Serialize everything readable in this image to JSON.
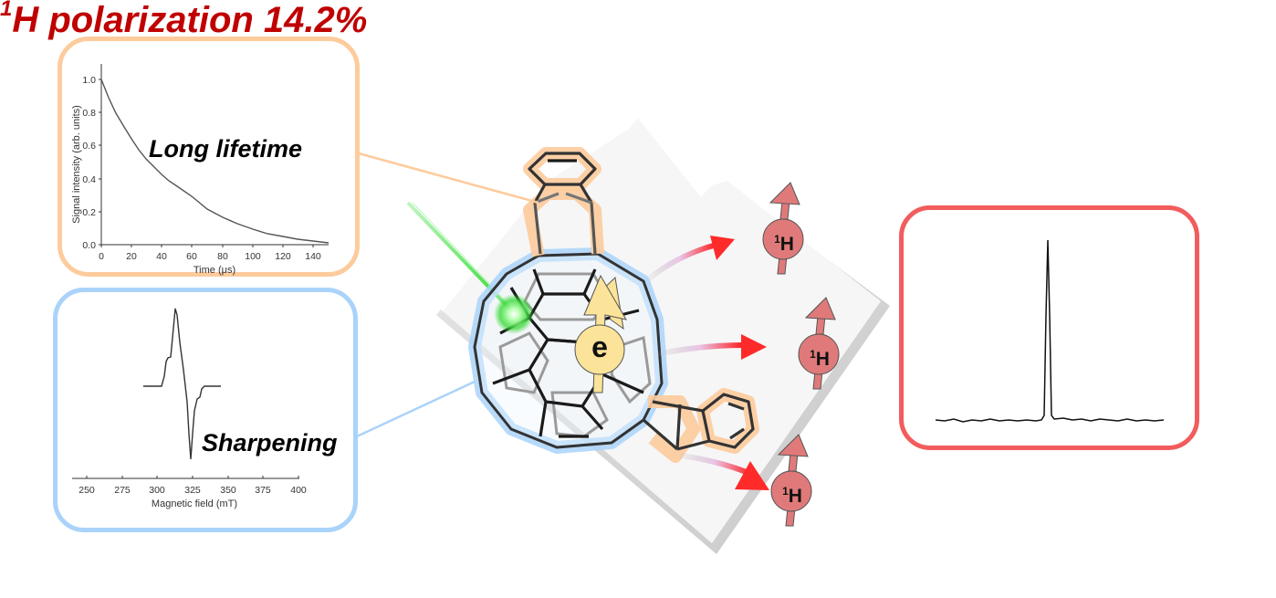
{
  "figure": {
    "title_prefix_sup": "1",
    "title_text": "H polarization 14.2%",
    "title_color": "#C00000"
  },
  "panels": {
    "lifetime": {
      "callout": "Long lifetime",
      "border_color": "#FDCB9C",
      "ylabel": "Signal intensity (arb. units)",
      "xlabel": "Time (μs)",
      "yticks": [
        "0.0",
        "0.2",
        "0.4",
        "0.6",
        "0.8",
        "1.0"
      ],
      "xticks": [
        "0",
        "20",
        "40",
        "60",
        "80",
        "100",
        "120",
        "140"
      ]
    },
    "esr": {
      "callout": "Sharpening",
      "border_color": "#AAD3FA",
      "xlabel": "Magnetic field (mT)",
      "xticks": [
        "250",
        "275",
        "300",
        "325",
        "350",
        "375",
        "400"
      ]
    },
    "nmr": {
      "border_color": "#F25C5C"
    }
  },
  "molecule": {
    "electron_label": "e",
    "electron_color": "#FBE39A",
    "proton_label_sup": "1",
    "proton_label": "H",
    "proton_color": "#E07A7A",
    "laser_color": "#33DD33",
    "fullerene_highlight": "#AAD3FA",
    "addend_highlight": "#FDCB9C"
  },
  "chart_data": [
    {
      "type": "line",
      "title": "Long lifetime",
      "xlabel": "Time (μs)",
      "ylabel": "Signal intensity (arb. units)",
      "xlim": [
        0,
        150
      ],
      "ylim": [
        0,
        1.1
      ],
      "x": [
        0,
        10,
        20,
        30,
        40,
        50,
        60,
        70,
        80,
        90,
        100,
        110,
        120,
        130,
        140,
        150
      ],
      "series": [
        {
          "name": "decay",
          "values": [
            1.0,
            0.72,
            0.52,
            0.37,
            0.27,
            0.19,
            0.14,
            0.1,
            0.07,
            0.05,
            0.037,
            0.026,
            0.019,
            0.014,
            0.01,
            0.007
          ]
        }
      ],
      "grid": false
    },
    {
      "type": "line",
      "title": "Sharpening",
      "xlabel": "Magnetic field (mT)",
      "ylabel": "",
      "xlim": [
        240,
        400
      ],
      "x": [
        290,
        302,
        305,
        308,
        310,
        313,
        316,
        320,
        323,
        325,
        327,
        330,
        333,
        345
      ],
      "series": [
        {
          "name": "ESR derivative",
          "values": [
            0,
            0,
            0.35,
            0.42,
            0.6,
            1.0,
            0.4,
            -0.4,
            -0.9,
            -0.95,
            -0.3,
            -0.2,
            0,
            0
          ]
        }
      ],
      "grid": false
    },
    {
      "type": "line",
      "title": "1H polarization 14.2%",
      "xlabel": "",
      "ylabel": "",
      "series": [
        {
          "name": "NMR spectrum",
          "values": [
            0,
            0,
            0,
            0,
            0,
            0.02,
            1.0,
            0.02,
            0,
            0,
            0,
            0,
            0
          ]
        }
      ],
      "annotations": [
        "1H polarization 14.2%"
      ],
      "grid": false
    }
  ]
}
